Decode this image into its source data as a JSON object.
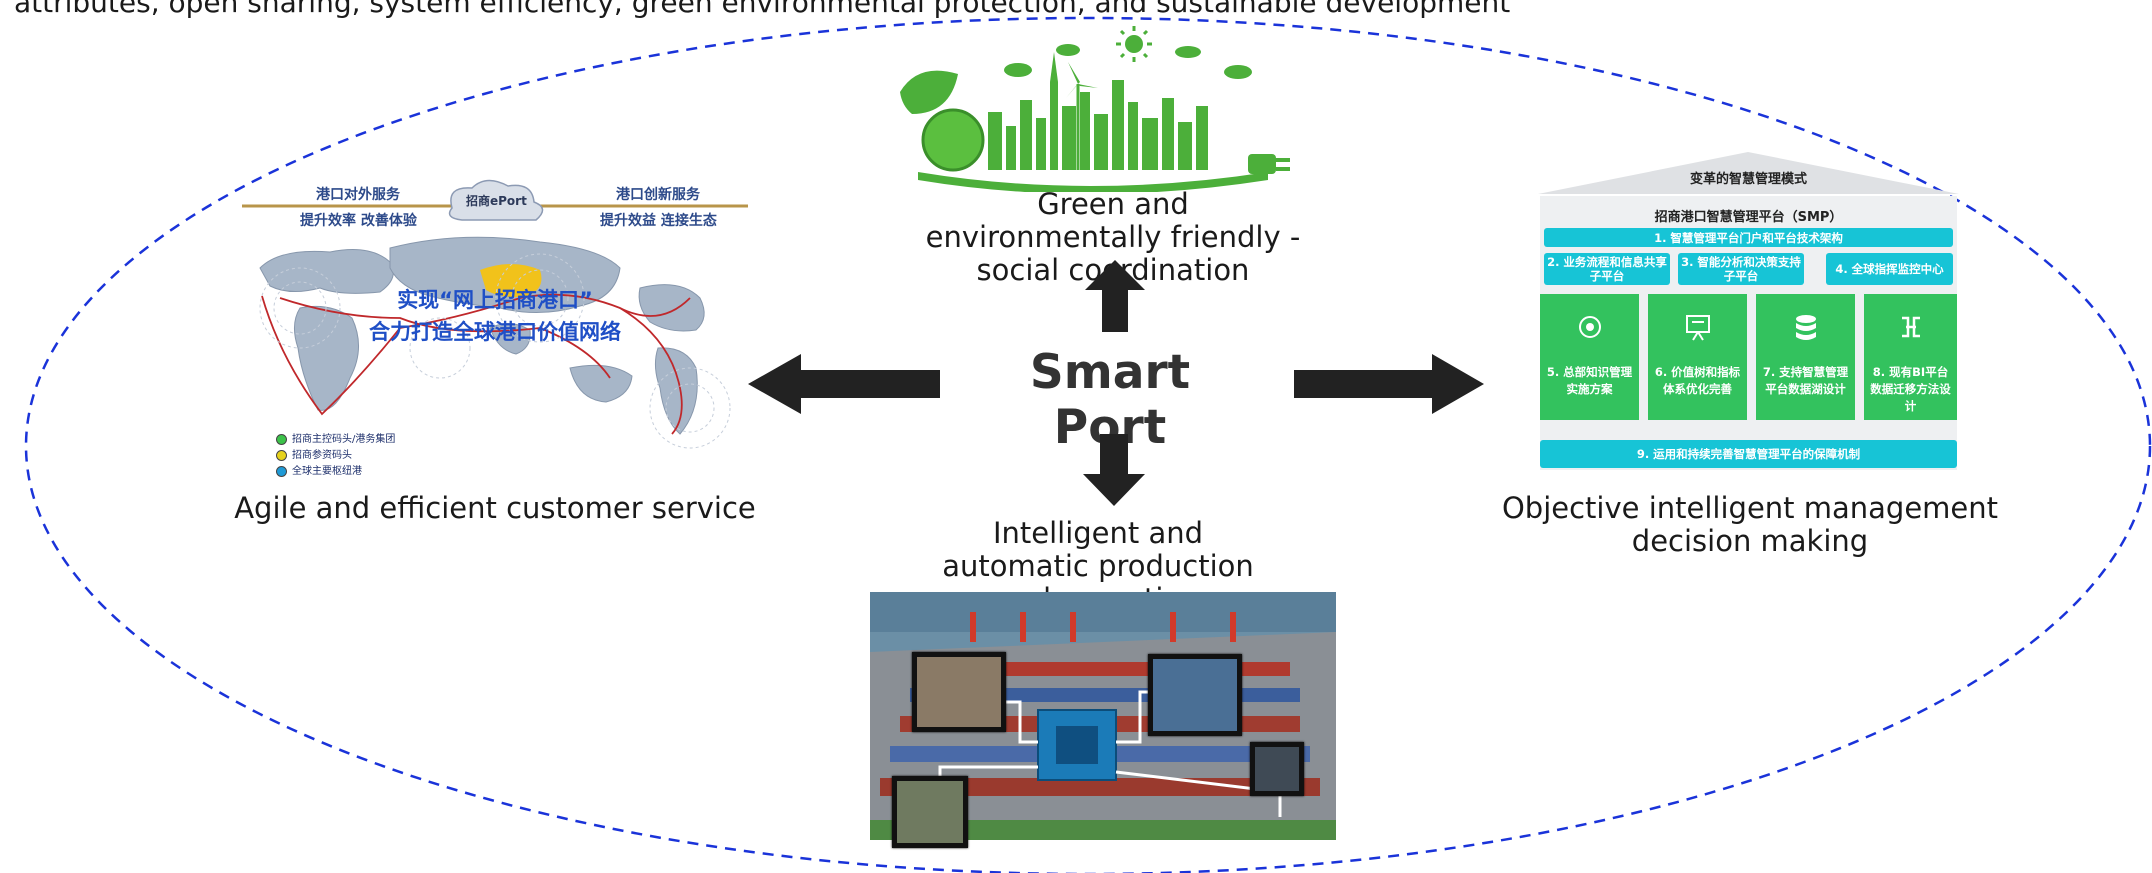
{
  "top_text": "attributes, open sharing, system efficiency, green environmental protection, and sustainable development",
  "center": {
    "title": "Smart Port"
  },
  "captions": {
    "top": "Green and environmentally friendly - social coordination",
    "left": "Agile and efficient customer service",
    "bottom": "Intelligent and automatic production and operation",
    "right": "Objective intelligent management decision making"
  },
  "map_panel": {
    "header_left_1": "港口对外服务",
    "header_left_2": "提升效率 改善体验",
    "cloud_logo": "招商ePort",
    "header_right_1": "港口创新服务",
    "header_right_2": "提升效益 连接生态",
    "banner_1": "实现“网上招商港口”",
    "banner_2": "合力打造全球港口价值网络",
    "legend": [
      {
        "label": "招商主控码头/港务集团",
        "color": "#3cc24a"
      },
      {
        "label": "招商参资码头",
        "color": "#e6d21c"
      },
      {
        "label": "全球主要枢纽港",
        "color": "#1f9ad6"
      }
    ]
  },
  "smp_panel": {
    "roof_label": "变革的智慧管理模式",
    "title": "招商港口智慧管理平台（SMP）",
    "row1": "1. 智慧管理平台门户和平台技术架构",
    "row2": [
      "2. 业务流程和信息共享子平台",
      "3. 智能分析和决策支持子平台",
      "4. 全球指挥监控中心"
    ],
    "boxes": [
      "5. 总部知识管理实施方案",
      "6. 价值树和指标体系优化完善",
      "7. 支持智慧管理平台数据湖设计",
      "8. 现有BI平台数据迁移方法设计"
    ],
    "bottom_bar": "9. 运用和持续完善智慧管理平台的保障机制",
    "colors": {
      "cyan": "#17c4d6",
      "green": "#33c25e"
    }
  },
  "style": {
    "ellipse_color": "#1a33d9",
    "arrow_color": "#222222"
  }
}
